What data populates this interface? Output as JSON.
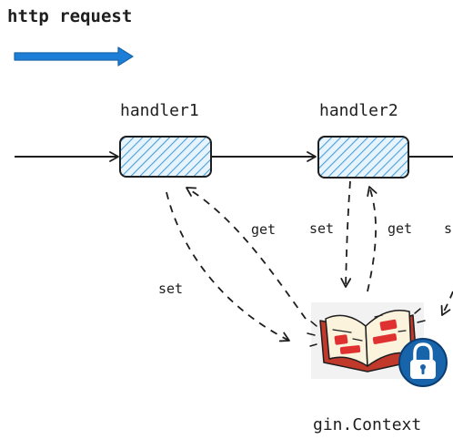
{
  "title": "http request",
  "handlers": [
    {
      "label": "handler1"
    },
    {
      "label": "handler2"
    }
  ],
  "edge_labels": {
    "h1_get": "get",
    "h1_set": "set",
    "h2_set": "set",
    "h2_get": "get",
    "h3_partial": "s"
  },
  "context_label": "gin.Context",
  "icons": {
    "request_arrow": "blue-right-arrow-icon",
    "context": "open-book-icon",
    "lock": "padlock-icon"
  },
  "colors": {
    "stroke": "#1e1e1e",
    "hatch": "#4a9fd8",
    "box_fill": "#d9eefb",
    "request_arrow": "#1c7ed6",
    "lock": "#1864ab",
    "book_red": "#e03131"
  }
}
